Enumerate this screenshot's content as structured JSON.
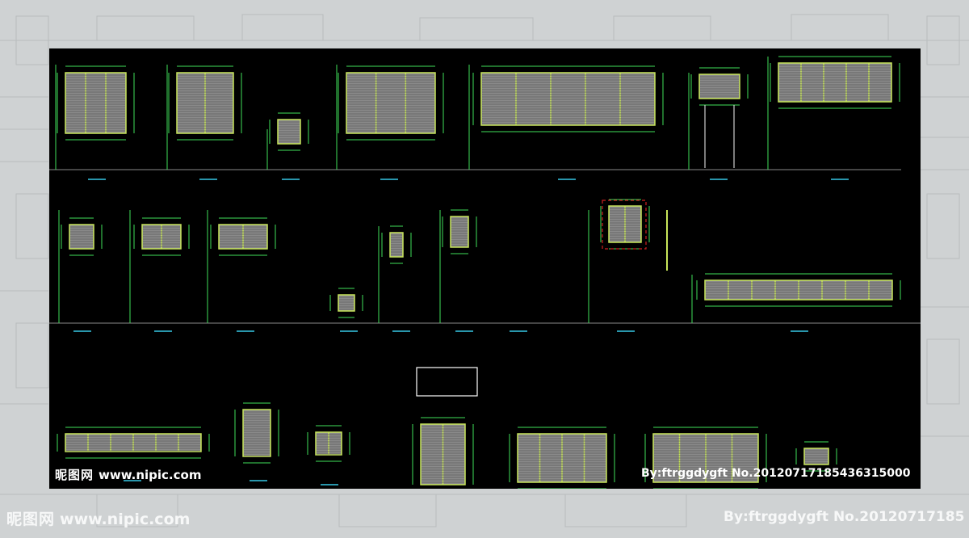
{
  "watermark": {
    "brand_cn": "昵图网",
    "site": "www.nipic.com",
    "author_id": "By:ftrggdygft No.20120717185436315000",
    "author_id_outer": "By:ftrggdygft No.20120717185"
  },
  "colors": {
    "drawing_bg": "#000000",
    "frame_outline": "#c8e65a",
    "slat_fill": "#8a8a8a",
    "dimension_line": "#3fe05a",
    "label_text": "#37c8e6",
    "highlight_red": "#d02020",
    "outer_bg": "#cfd2d3"
  }
}
